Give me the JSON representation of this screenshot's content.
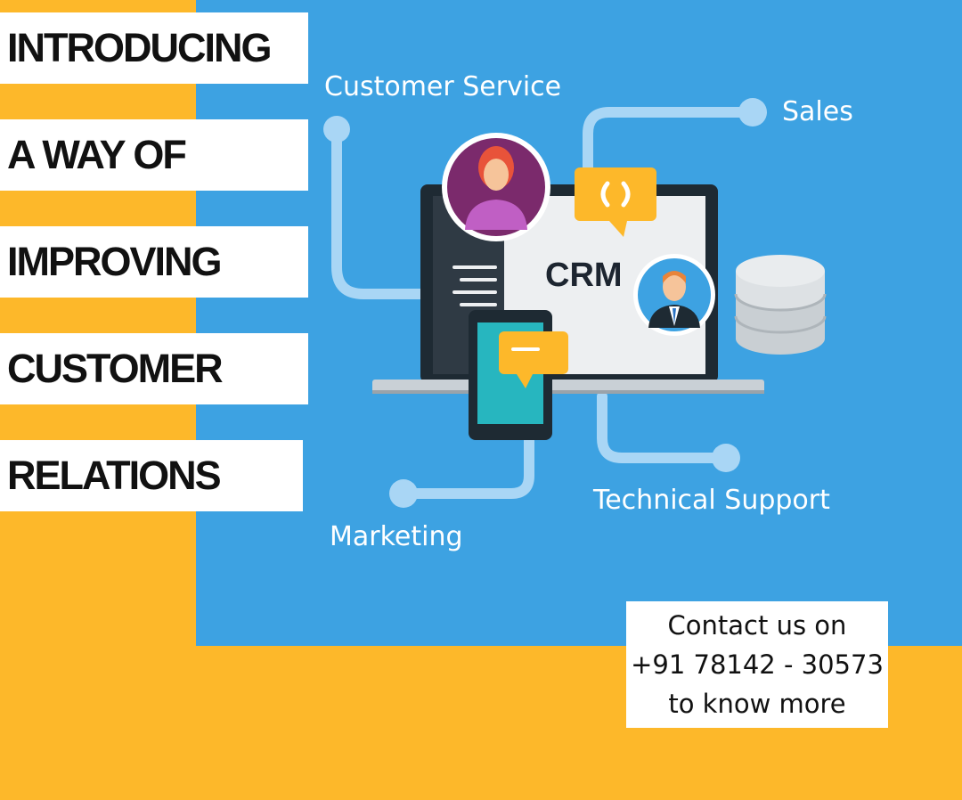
{
  "headline": {
    "lines": [
      "INTRODUCING",
      "A WAY OF",
      "IMPROVING",
      "CUSTOMER",
      "RELATIONS"
    ]
  },
  "diagram": {
    "center_label": "CRM",
    "nodes": {
      "customer_service": "Customer Service",
      "sales": "Sales",
      "technical_support": "Technical Support",
      "marketing": "Marketing"
    }
  },
  "contact": {
    "line1": "Contact us on",
    "line2": "+91 78142 - 30573",
    "line3": "to know more"
  },
  "colors": {
    "background_yellow": "#FDB82A",
    "panel_blue": "#3DA2E2",
    "connector_light_blue": "#A9D6F5"
  }
}
